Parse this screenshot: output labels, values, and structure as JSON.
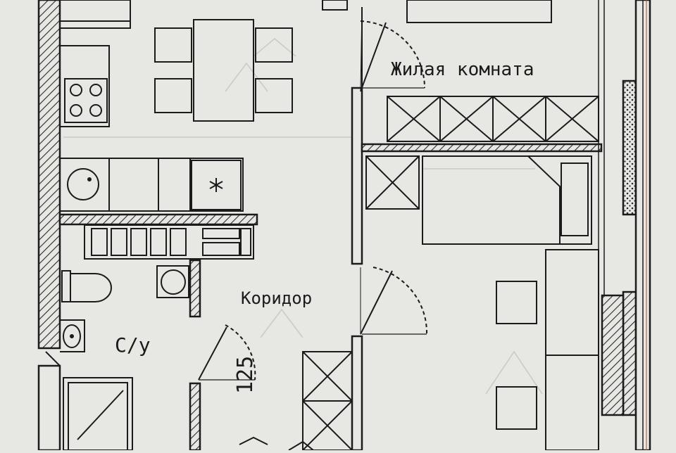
{
  "labels": {
    "living_room": "Жилая комната",
    "corridor": "Коридор",
    "bathroom": "С/у",
    "dimension": "125"
  },
  "colors": {
    "paper": "#e7e7e4",
    "line": "#1b1b1b",
    "faint": "#c9c9c6",
    "hatch": "#2a2a2a",
    "window_accent": "#b8463c"
  },
  "icons": {
    "stove": "four-burner-stove-icon",
    "sink": "round-sink-icon",
    "fridge": "asterisk-appliance-icon",
    "toilet": "toilet-icon",
    "washbasin": "washbasin-icon",
    "shower": "shower-tray-icon",
    "washing_machine": "washing-machine-icon"
  }
}
